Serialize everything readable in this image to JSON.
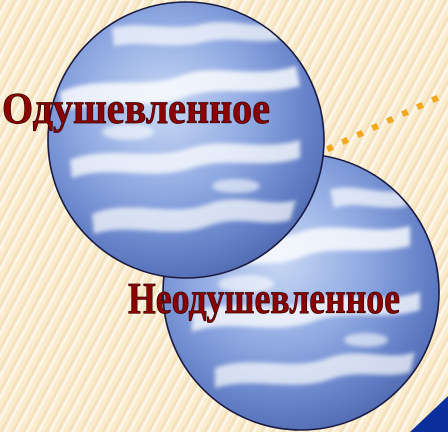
{
  "labels": {
    "top": "Одушевленное",
    "bottom": "Неодушевленное"
  },
  "colors": {
    "background": "#fbeccd",
    "text": "#8b0000",
    "dots": "#f2a81d",
    "corner": "#0b2f9c",
    "globe_edge": "#1a1a40"
  },
  "icons": [
    "earth-globe-image",
    "earth-globe-image",
    "dotted-line",
    "corner-triangle"
  ]
}
